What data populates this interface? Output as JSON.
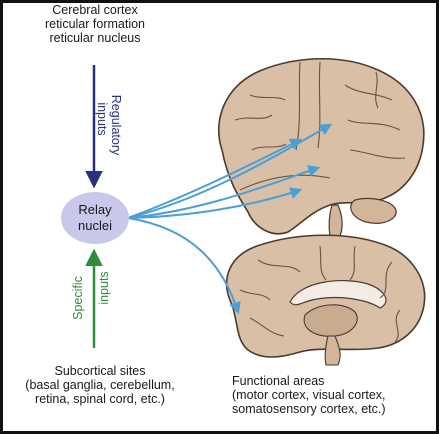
{
  "top_label": {
    "lines": [
      "Cerebral cortex",
      "reticular formation",
      "reticular nucleus"
    ]
  },
  "regulatory_label": [
    "Regulatory",
    "inputs"
  ],
  "specific_label": [
    "Specific",
    "inputs"
  ],
  "relay": {
    "lines": [
      "Relay",
      "nuclei"
    ]
  },
  "bottom_label": {
    "lines": [
      "Subcortical sites",
      "(basal ganglia, cerebellum,",
      "retina, spinal cord, etc.)"
    ]
  },
  "functional_label": {
    "lines": [
      "Functional areas",
      "(motor cortex, visual cortex,",
      "somatosensory cortex, etc.)"
    ]
  },
  "colors": {
    "regulatory_arrow": "#26337a",
    "specific_arrow": "#2e8c3a",
    "projection_arrow": "#4a9fd6",
    "relay_fill": "#c9c8ea",
    "brain_fill": "#d9bfa5",
    "brain_outline": "#4a3a30"
  }
}
